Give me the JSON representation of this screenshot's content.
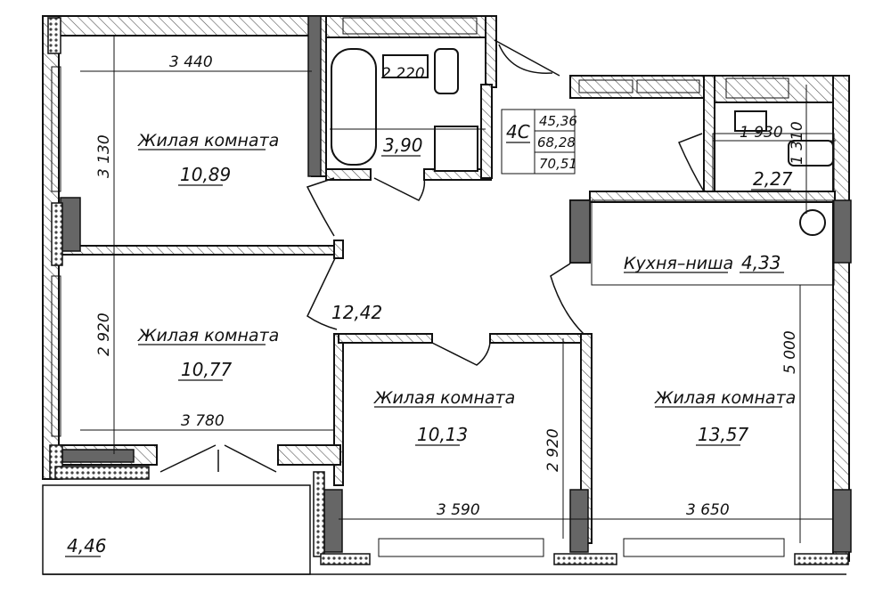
{
  "apartment": {
    "type": "4С",
    "living_area": "45,36",
    "total_area": "68,28",
    "total_with_balcony": "70,51"
  },
  "rooms": [
    {
      "name": "Жилая комната",
      "area": "10,89"
    },
    {
      "name": "Жилая комната",
      "area": "10,77"
    },
    {
      "name": "Жилая комната",
      "area": "10,13"
    },
    {
      "name": "Жилая комната",
      "area": "13,57"
    },
    {
      "name": "Кухня–ниша",
      "area": "4,33"
    }
  ],
  "other_areas": {
    "bathroom": "3,90",
    "toilet": "2,27",
    "hall": "12,42",
    "balcony": "4,46"
  },
  "dimensions": {
    "room1_width": "3 440",
    "room1_depth": "3 130",
    "room2_depth": "2 920",
    "room2_width": "3 780",
    "bath_width": "2 220",
    "toilet_width": "1 930",
    "toilet_depth": "1 310",
    "room3_depth": "2 920",
    "room3_width": "3 590",
    "room4_width": "3 650",
    "room4_depth": "5 000"
  }
}
